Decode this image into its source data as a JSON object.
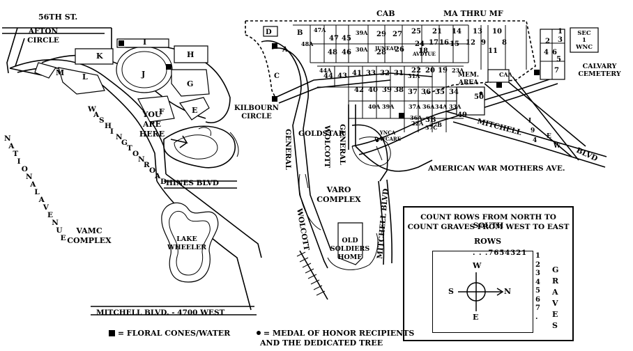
{
  "streets": {
    "st56": "56TH ST.",
    "washington_road": [
      "W",
      "A",
      "S",
      "H",
      "I",
      "N",
      "G",
      "T",
      "O",
      "N",
      "R",
      "O",
      "A",
      "D"
    ],
    "national_avenue": [
      "N",
      "A",
      "T",
      "I",
      "O",
      "N",
      "A",
      "L",
      "A",
      "V",
      "E",
      "N",
      "U",
      "E"
    ],
    "hines_blvd": "HINES BLVD",
    "mitchell_blvd_west": "MITCHELL BLVD. - 4700 WEST",
    "general_mitchell_blvd": "MITCHELL BLVD",
    "kilbourn_circle": "KILBOURN\nCIRCLE",
    "afton_circle": "AFTON\nCIRCLE",
    "general_left": "GENERAL",
    "general_right": "GENERAL",
    "wolcott_top": "WOLCOTT",
    "wolcott_bottom": "WOLCOTT",
    "mitchell_east": "MITCHELL",
    "blvd_east": "BLVD",
    "i94": "I 9 4",
    "ew": "E W",
    "american_war_mothers": "AMERICAN WAR MOTHERS AVE.",
    "ma_thru_mf": "MA THRU MF",
    "cab": "CAB",
    "calvary": "CALVARY\nCEMETERY"
  },
  "places": {
    "you_are_here": "YOU\nARE\nHERE",
    "vamc_complex": "VAMC\nCOMPLEX",
    "lake_wheeler": "LAKE\nWHEELER",
    "varo_complex": "VARO\nCOMPLEX",
    "old_soldiers_home": "OLD\nSOLDIERS\nHOME",
    "mem_area": "MEM.\nAREA",
    "goldstar": "GOLDSTAR",
    "ynca_daycare": "YNCA\nDAYCARE",
    "sec_1_wnc": "SEC\n1\nWNC"
  },
  "sections_left": [
    "K",
    "I",
    "H",
    "J",
    "G",
    "M",
    "L",
    "F",
    "E"
  ],
  "sections_main": [
    "D",
    "B",
    "48A",
    "47A",
    "47",
    "45",
    "39A",
    "29",
    "27",
    "25",
    "21",
    "14",
    "13",
    "10",
    "A",
    "48",
    "46",
    "30A",
    "28",
    "JUNEAU",
    "26",
    "24",
    "18",
    "17",
    "16",
    "15",
    "12",
    "9",
    "11",
    "8",
    "AVDYUE",
    "C",
    "44A",
    "44",
    "43",
    "41",
    "33",
    "32",
    "31",
    "22",
    "20",
    "19",
    "23A",
    "42",
    "40",
    "39",
    "38",
    "37",
    "36",
    "35",
    "34",
    "50",
    "40A",
    "39A",
    "37A",
    "36A",
    "34A",
    "33A",
    "49",
    "3B",
    "37B",
    "37C",
    "31A",
    "36A",
    "22A",
    "CAA",
    "5",
    "3",
    "4",
    "6",
    "7",
    "2",
    "1"
  ],
  "legend": {
    "line1": "COUNT ROWS FROM NORTH TO SOUTH",
    "line2": "COUNT GRAVES FROM WEST TO EAST",
    "rows": "ROWS",
    "row_sequence": ". . .7654321",
    "grave_sequence": [
      "1",
      "2",
      "3",
      "4",
      "5",
      "6",
      "7",
      "."
    ],
    "graves_word": [
      "G",
      "R",
      "A",
      "V",
      "E",
      "S"
    ],
    "compass": {
      "w": "W",
      "e": "E",
      "s": "S",
      "n": "N"
    }
  },
  "bottom_legend": {
    "floral": "= FLORAL CONES/WATER",
    "medal_line1": "= MEDAL OF HONOR RECIPIENTS",
    "medal_line2": "AND THE DEDICATED TREE"
  }
}
